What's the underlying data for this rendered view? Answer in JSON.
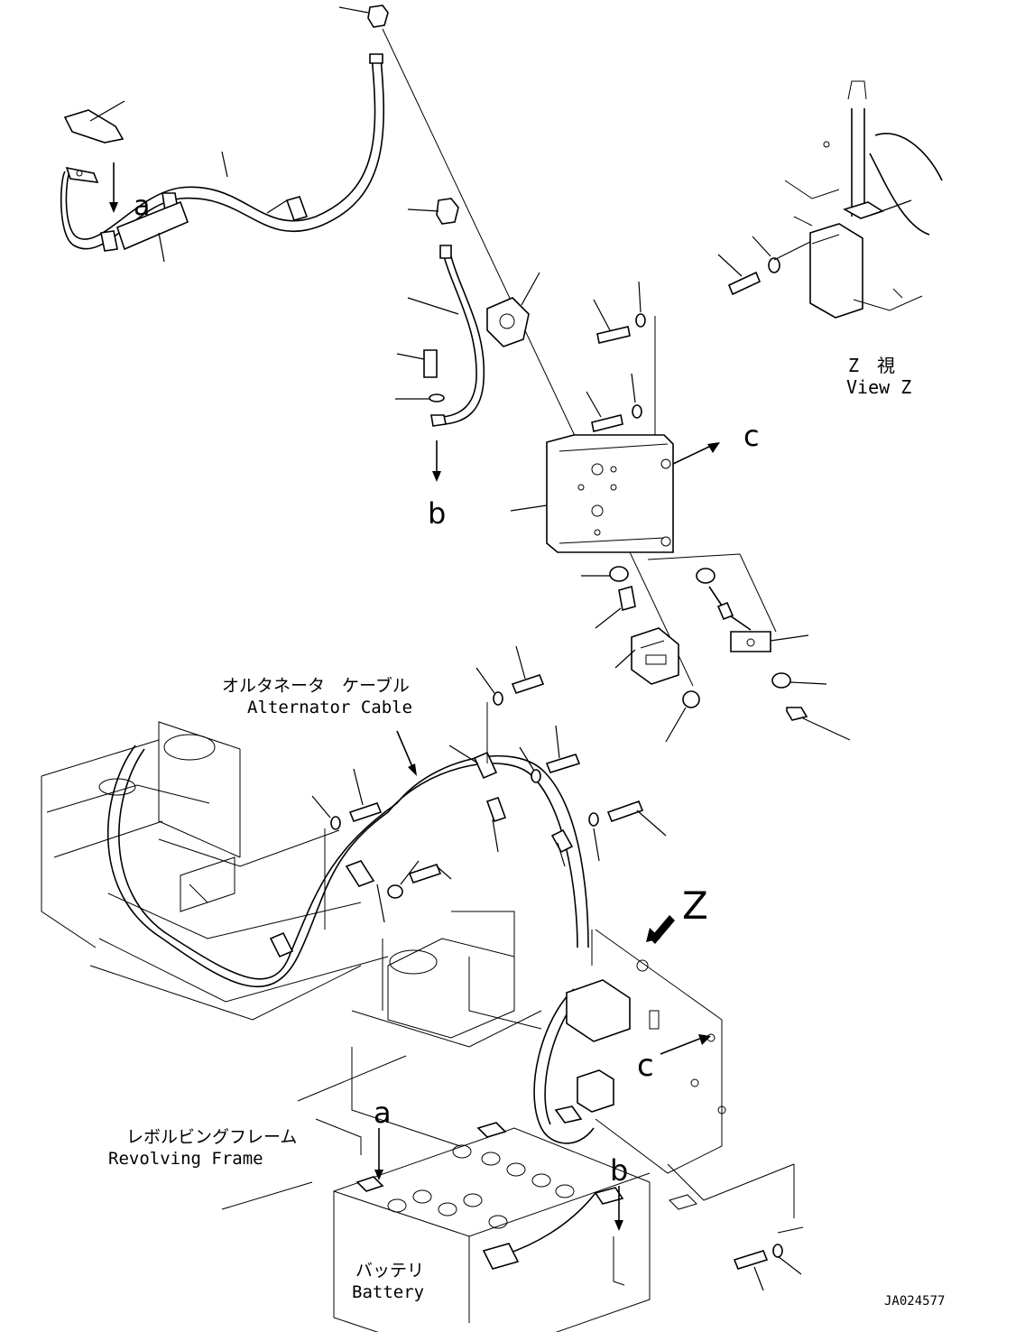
{
  "callouts": {
    "a_top": "a",
    "b_top": "b",
    "c_top": "c",
    "a_bottom": "a",
    "b_bottom": "b",
    "c_bottom": "c",
    "z_arrow": "Z"
  },
  "view_z": {
    "jp": "Z　視",
    "en": "View Z"
  },
  "alternator_cable": {
    "jp": "オルタネータ　ケーブル",
    "en": "Alternator Cable"
  },
  "revolving_frame": {
    "jp": "レボルビングフレーム",
    "en": "Revolving Frame"
  },
  "battery": {
    "jp": "バッテリ",
    "en": "Battery"
  },
  "drawing_id": "JA024577"
}
